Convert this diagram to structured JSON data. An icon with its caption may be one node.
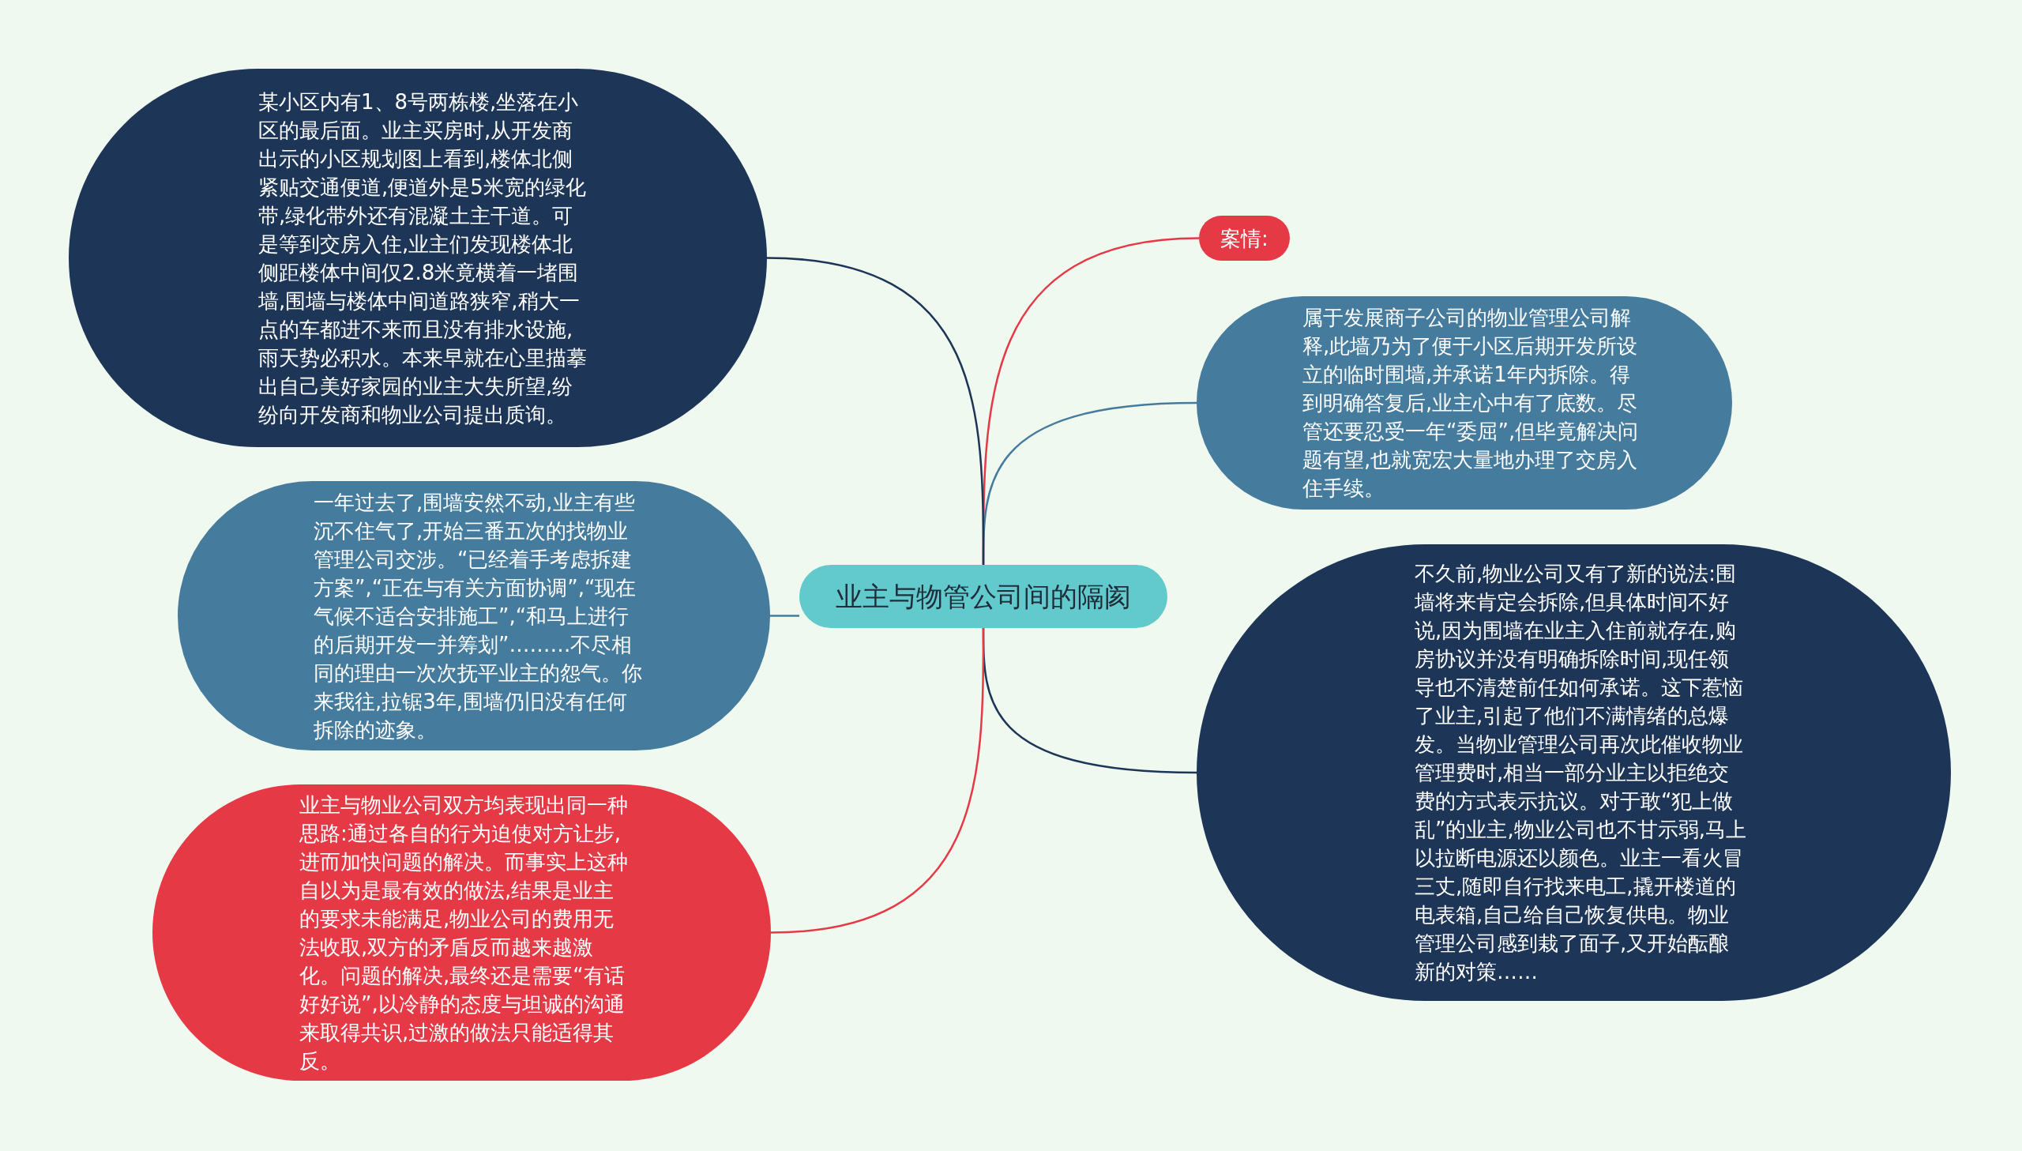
{
  "diagram": {
    "nodes": [
      {
        "text": [
          "业主与物管公司间的隔阂"
        ]
      },
      {
        "text": [
          "案情:"
        ]
      },
      {
        "text": [
          "属于发展商子公司的物业管理公司解释,此墙乃为了便于小区后期开发所设立的临时围墙,并承诺1年内拆除。得到明确答复后,业主心中有了底数。尽管还要忍受一年“委屈”,但毕竟解决问题有望,也就宽宏大量地办理了交房入住手续。"
        ]
      },
      {
        "text": [
          "不久前,物业公司又有了新的说法:围墙将来肯定会拆除,但具体时间不好说,因为围墙在业主入住前就存在,购房协议并没有明确拆除时间,现任领导也不清楚前任如何承诺。这下惹恼了业主,引起了他们不满情绪的总爆发。当物业管理公司再次此催收物业管理费时,相当一部分业主以拒绝交费的方式表示抗议。对于敢“犯上做乱”的业主,物业公司也不甘示弱,马上以拉断电源还以颜色。业主一看火冒三丈,随即自行找来电工,撬开楼道的电表箱,自己给自己恢复供电。物业管理公司感到栽了面子,又开始酝酿新的对策……"
        ]
      },
      {
        "text": [
          "某小区内有1、8号两栋楼,坐落在小区的最后面。业主买房时,从开发商出示的小区规划图上看到,楼体北侧紧贴交通便道,便道外是5米宽的绿化带,绿化带外还有混凝土主干道。可是等到交房入住,业主们发现楼体北侧距楼体中间仅2.8米竟横着一堵围墙,围墙与楼体中间道路狭窄,稍大一点的车都进不来而且没有排水设施,雨天势必积水。本来早就在心里描摹出自己美好家园的业主大失所望,纷纷向开发商和物业公司提出质询。"
        ]
      },
      {
        "text": [
          "一年过去了,围墙安然不动,业主有些沉不住气了,开始三番五次的找物业管理公司交涉。“已经着手考虑拆建方案”,“正在与有关方面协调”,“现在气候不适合安排施工”,“和马上进行的后期开发一并筹划”………不尽相同的理由一次次抚平业主的怨气。你来我往,拉锯3年,围墙仍旧没有任何拆除的迹象。"
        ]
      },
      {
        "text": [
          "业主与物业公司双方均表现出同一种思路:通过各自的行为迫使对方让步,进而加快问题的解决。而事实上这种自以为是最有效的做法,结果是业主的要求未能满足,物业公司的费用无法收取,双方的矛盾反而越来越激化。问题的解决,最终还是需要“有话好好说”,以冷静的态度与坦诚的沟通来取得共识,过激的做法只能适得其反。"
        ]
      }
    ],
    "edges": [
      {
        "from": 0,
        "to": 1,
        "arrow": "none",
        "color": "#e63946"
      },
      {
        "from": 0,
        "to": 2,
        "arrow": "none",
        "color": "#457b9d"
      },
      {
        "from": 0,
        "to": 3,
        "arrow": "none",
        "color": "#1d3557"
      },
      {
        "from": 0,
        "to": 4,
        "arrow": "none",
        "color": "#1d3557"
      },
      {
        "from": 0,
        "to": 5,
        "arrow": "none",
        "color": "#457b9d"
      },
      {
        "from": 0,
        "to": 6,
        "arrow": "none",
        "color": "#e63946"
      }
    ]
  }
}
